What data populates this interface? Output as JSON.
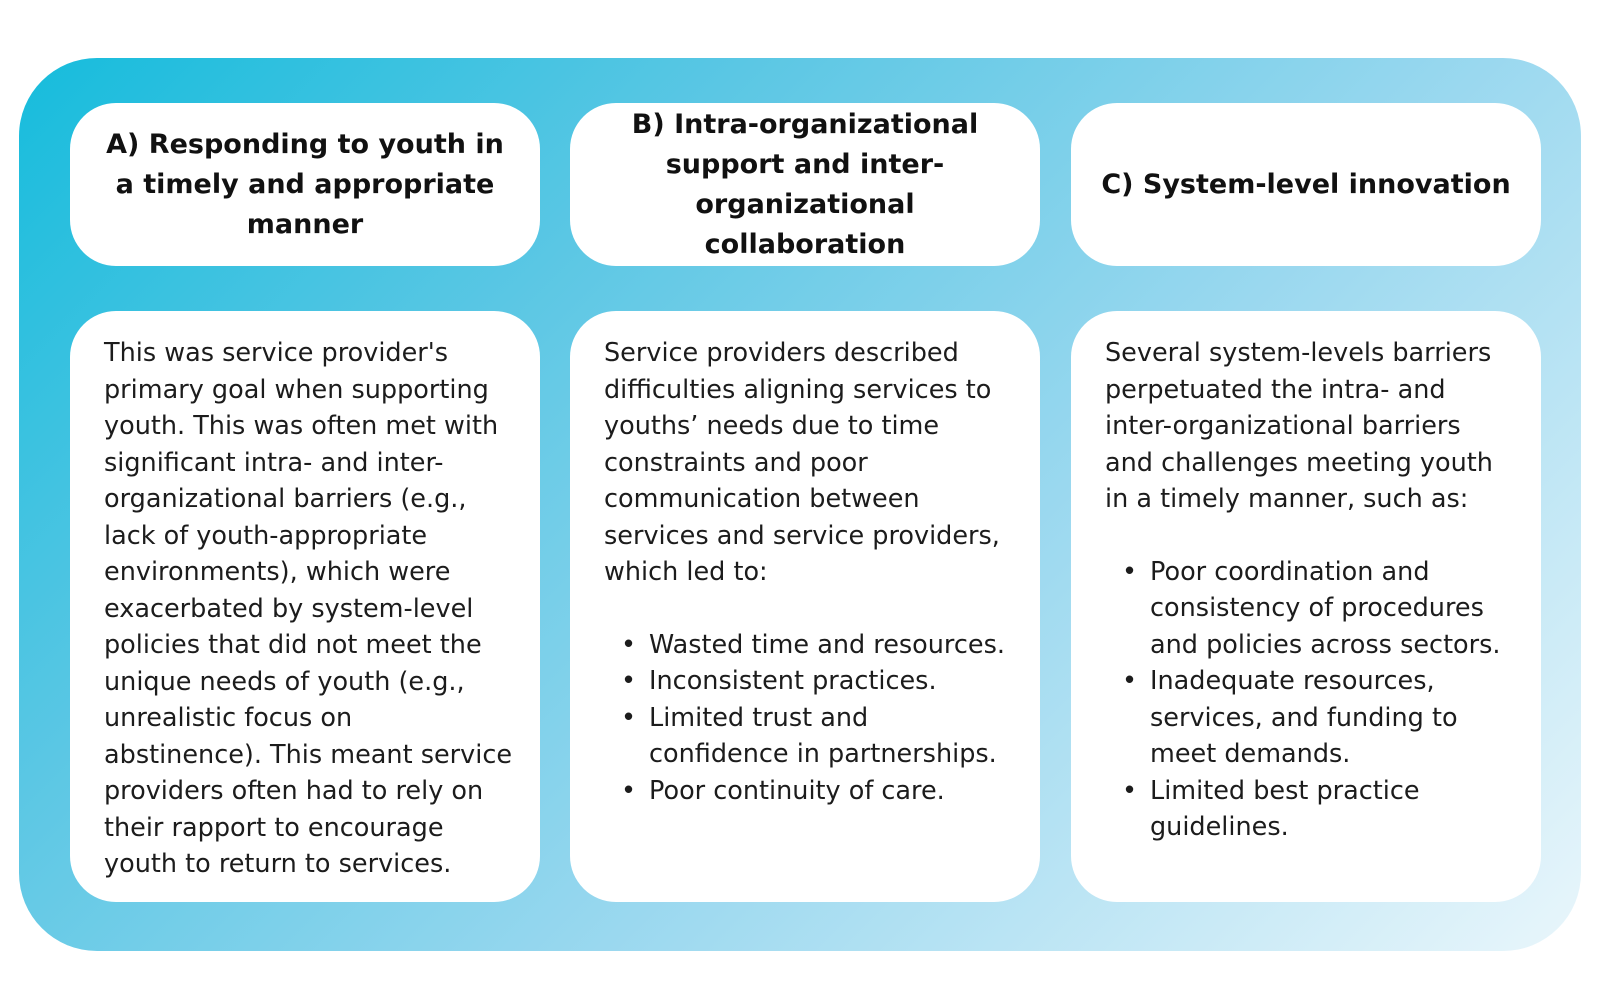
{
  "columns": [
    {
      "header": "A) Responding to youth in a timely and appropriate manner",
      "body": "This was service provider's primary goal when supporting youth. This was often met with significant intra- and inter-organizational barriers (e.g., lack of youth-appropriate environments), which were exacerbated by system-level policies that did not meet the unique needs of youth (e.g., unrealistic focus on abstinence). This meant service providers often had to rely on their rapport to encourage youth to return to services.",
      "bullets": []
    },
    {
      "header": "B) Intra-organizational support and inter-organizational collaboration",
      "body": "Service providers described difficulties aligning services to youths’ needs due to time constraints and poor communication between services and service providers, which led to:",
      "bullets": [
        "Wasted time and resources.",
        "Inconsistent practices.",
        "Limited trust and confidence in partnerships.",
        "Poor continuity of care."
      ]
    },
    {
      "header": "C) System-level innovation",
      "body": "Several system-levels barriers perpetuated the intra- and inter-organizational barriers and challenges meeting youth in a timely manner, such as:",
      "bullets": [
        "Poor coordination and consistency of procedures and policies across sectors.",
        "Inadequate resources, services, and funding to meet demands.",
        "Limited best practice guidelines."
      ]
    }
  ],
  "bullet_glyph": "•",
  "colors": {
    "gradient_start": "#16bcdc",
    "gradient_end": "#e9f6fb",
    "box_background": "#ffffff",
    "text": "#1c1c1c"
  }
}
